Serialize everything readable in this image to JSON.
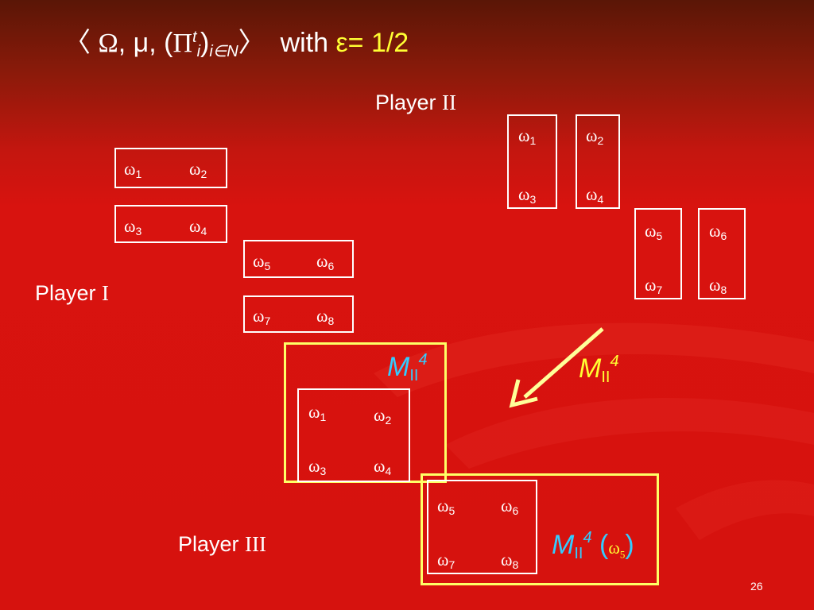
{
  "title": {
    "open": "〈 ",
    "omega": "Ω",
    "sep1": ", μ, (",
    "pi": "Π",
    "t": "t",
    "i": "i",
    "close_paren": ")",
    "index": "i∈N",
    "close": "〉",
    "with": "with",
    "epsilon": "ε= 1/2"
  },
  "players": {
    "p1": {
      "word": "Player",
      "numeral": "I"
    },
    "p2": {
      "word": "Player",
      "numeral": "II"
    },
    "p3": {
      "word": "Player",
      "numeral": "III"
    }
  },
  "omega_symbol": "ω",
  "states": {
    "p1_row1": [
      "1",
      "2"
    ],
    "p1_row2": [
      "3",
      "4"
    ],
    "p1_row3": [
      "5",
      "6"
    ],
    "p1_row4": [
      "7",
      "8"
    ],
    "p2_col1": [
      "1",
      "3"
    ],
    "p2_col2": [
      "2",
      "4"
    ],
    "p2_col3": [
      "5",
      "7"
    ],
    "p2_col4": [
      "6",
      "8"
    ],
    "p3_a": [
      "1",
      "2",
      "3",
      "4"
    ],
    "p3_b": [
      "5",
      "6",
      "7",
      "8"
    ]
  },
  "m_labels": {
    "letter": "M",
    "sub": "II",
    "sup": "4",
    "open_paren": "(",
    "close_paren": ")",
    "omega_sub": "5"
  },
  "colors": {
    "accent_yellow": "#ffff33",
    "accent_cyan": "#33ccff",
    "box_yellow": "#ffff66"
  },
  "page_number": "26"
}
